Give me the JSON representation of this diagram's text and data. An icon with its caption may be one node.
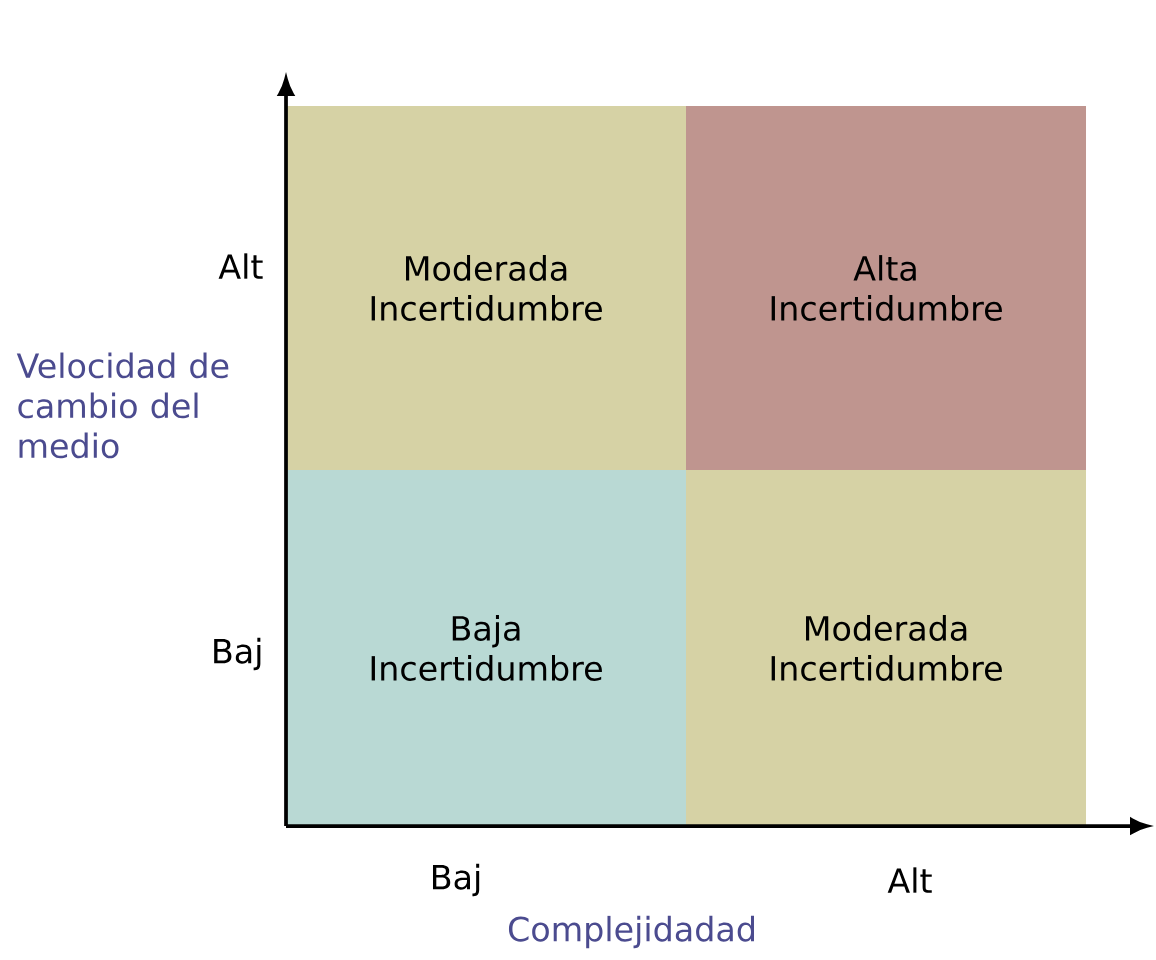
{
  "diagram": {
    "nodes": [
      {
        "text": [
          "Moderada Incertidumbre"
        ]
      },
      {
        "text": [
          "Alta Incertidumbre"
        ]
      },
      {
        "text": [
          "Baja Incertidumbre"
        ]
      },
      {
        "text": [
          "Moderada Incertidumbre"
        ]
      }
    ],
    "labels": [
      "Alt",
      "Velocidad de cambio del medio",
      "Baj",
      "Baj",
      "Alt",
      "Complejidadad"
    ]
  }
}
